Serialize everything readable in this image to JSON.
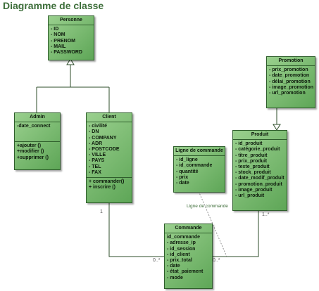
{
  "title": "Diagramme de classe",
  "classes": {
    "personne": {
      "name": "Personne",
      "attributes": [
        "- ID",
        "- NOM",
        "- PRENOM",
        "- MAIL",
        "- PASSWORD"
      ]
    },
    "admin": {
      "name": "Admin",
      "attributes": [
        "-date_connect"
      ],
      "operations": [
        "+ajouter ()",
        "+modifier ()",
        "+supprimer ()"
      ]
    },
    "client": {
      "name": "Client",
      "attributes": [
        "- civilité",
        "- DN",
        "- COMPANY",
        "- ADR",
        "- POSTCODE",
        "- VILLE",
        "- PAYS",
        "- TEL",
        "- FAX"
      ],
      "operations": [
        "+ commander()",
        "+ inscrire ()"
      ]
    },
    "promotion": {
      "name": "Promotion",
      "attributes": [
        "- prix_promotion",
        "- date_promotion",
        "- délai_promotion",
        "- image_promotion",
        "- url_promotion"
      ]
    },
    "produit": {
      "name": "Produit",
      "attributes": [
        "- id_produit",
        "- catégorie_produit",
        "- titre_produit",
        "- prix_produit",
        "- texte_produit",
        "- stock_produit",
        "- date_modif_produit",
        "- promotion_produit",
        "- image_produit",
        "- url_produit"
      ]
    },
    "ligne_commande": {
      "name": "Ligne de commande",
      "attributes": [
        "- id_ligne",
        "- id_commande",
        "- quantité",
        "- prix",
        "- date"
      ]
    },
    "commande": {
      "name": "Commande",
      "attributes": [
        "id_commande",
        "- adresse_ip",
        "- id_session",
        "- id_client",
        "- prix_total",
        "- date",
        "- état_paiement",
        "- mode"
      ]
    }
  },
  "association_label": "Ligne de commande",
  "multiplicities": {
    "client_end": "1",
    "commande_client_end": "0..*",
    "commande_produit_end": "0..*",
    "produit_end": "1..*"
  }
}
